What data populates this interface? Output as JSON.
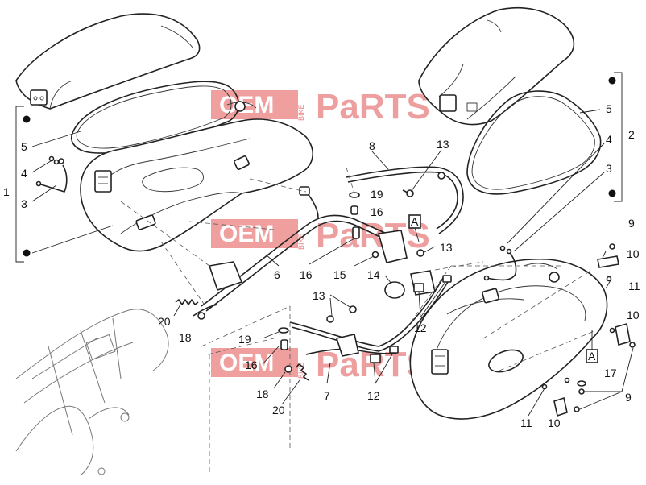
{
  "callouts": {
    "c1": "1",
    "c2": "2",
    "c3_left": "3",
    "c3_right": "3",
    "c4_left": "4",
    "c4_right": "4",
    "c5_left": "5",
    "c5_right": "5",
    "c6": "6",
    "c7": "7",
    "c8": "8",
    "c9_top": "9",
    "c9_bottom": "9",
    "c10_top": "10",
    "c10_mid": "10",
    "c10_bottom": "10",
    "c11_mid": "11",
    "c11_bottom": "11",
    "c12_upper": "12",
    "c12_lower": "12",
    "c13_top": "13",
    "c13_mid": "13",
    "c13_left": "13",
    "c14": "14",
    "c15": "15",
    "c16_upper": "16",
    "c16_mid": "16",
    "c16_lower": "16",
    "c17": "17",
    "c18_upper": "18",
    "c18_lower": "18",
    "c19_upper": "19",
    "c19_lower": "19",
    "c20_upper": "20",
    "c20_lower": "20"
  },
  "reference_marks": {
    "a_upper": "A",
    "a_right": "A"
  },
  "watermark": {
    "brand_left": "OEM",
    "brand_small": "BIKE",
    "brand_right": "PaRTS"
  },
  "colors": {
    "watermark": "#e0504f",
    "lines": "#222222"
  }
}
